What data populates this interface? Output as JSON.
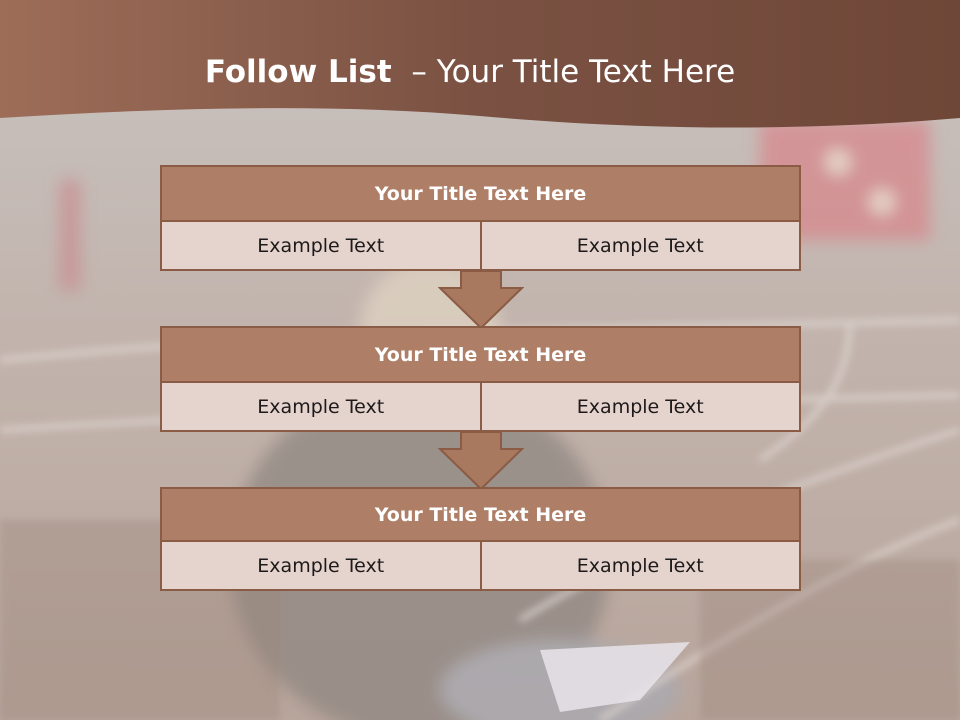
{
  "slide": {
    "title_bold": "Follow List",
    "title_separator": "–",
    "title_rest": "Your Title Text Here"
  },
  "blocks": [
    {
      "title": "Your Title Text Here",
      "left": "Example Text",
      "right": "Example Text"
    },
    {
      "title": "Your Title Text Here",
      "left": "Example Text",
      "right": "Example Text"
    },
    {
      "title": "Your Title Text Here",
      "left": "Example Text",
      "right": "Example Text"
    }
  ],
  "colors": {
    "header_band": "#7d5545",
    "block_header": "#ae7e66",
    "block_cell": "#e5d3ce",
    "border": "#8a5c45",
    "arrow": "#a8785f"
  }
}
